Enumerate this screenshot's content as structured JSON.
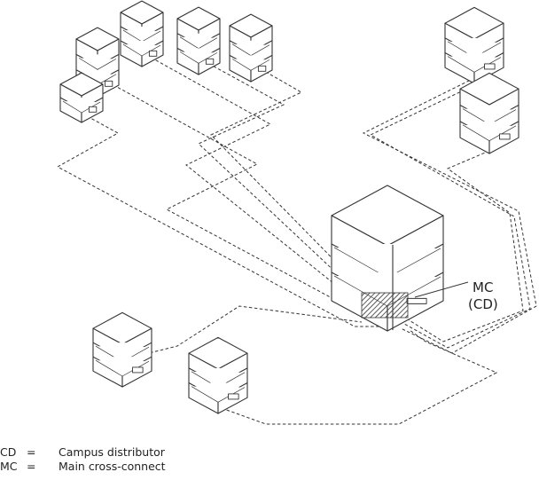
{
  "diagram": {
    "labels": {
      "mc": "MC",
      "cd": "(CD)"
    },
    "legend": [
      {
        "abbr": "CD",
        "eq": "=",
        "text": "Campus distributor"
      },
      {
        "abbr": "MC",
        "eq": "=",
        "text": "Main cross-connect"
      }
    ]
  }
}
